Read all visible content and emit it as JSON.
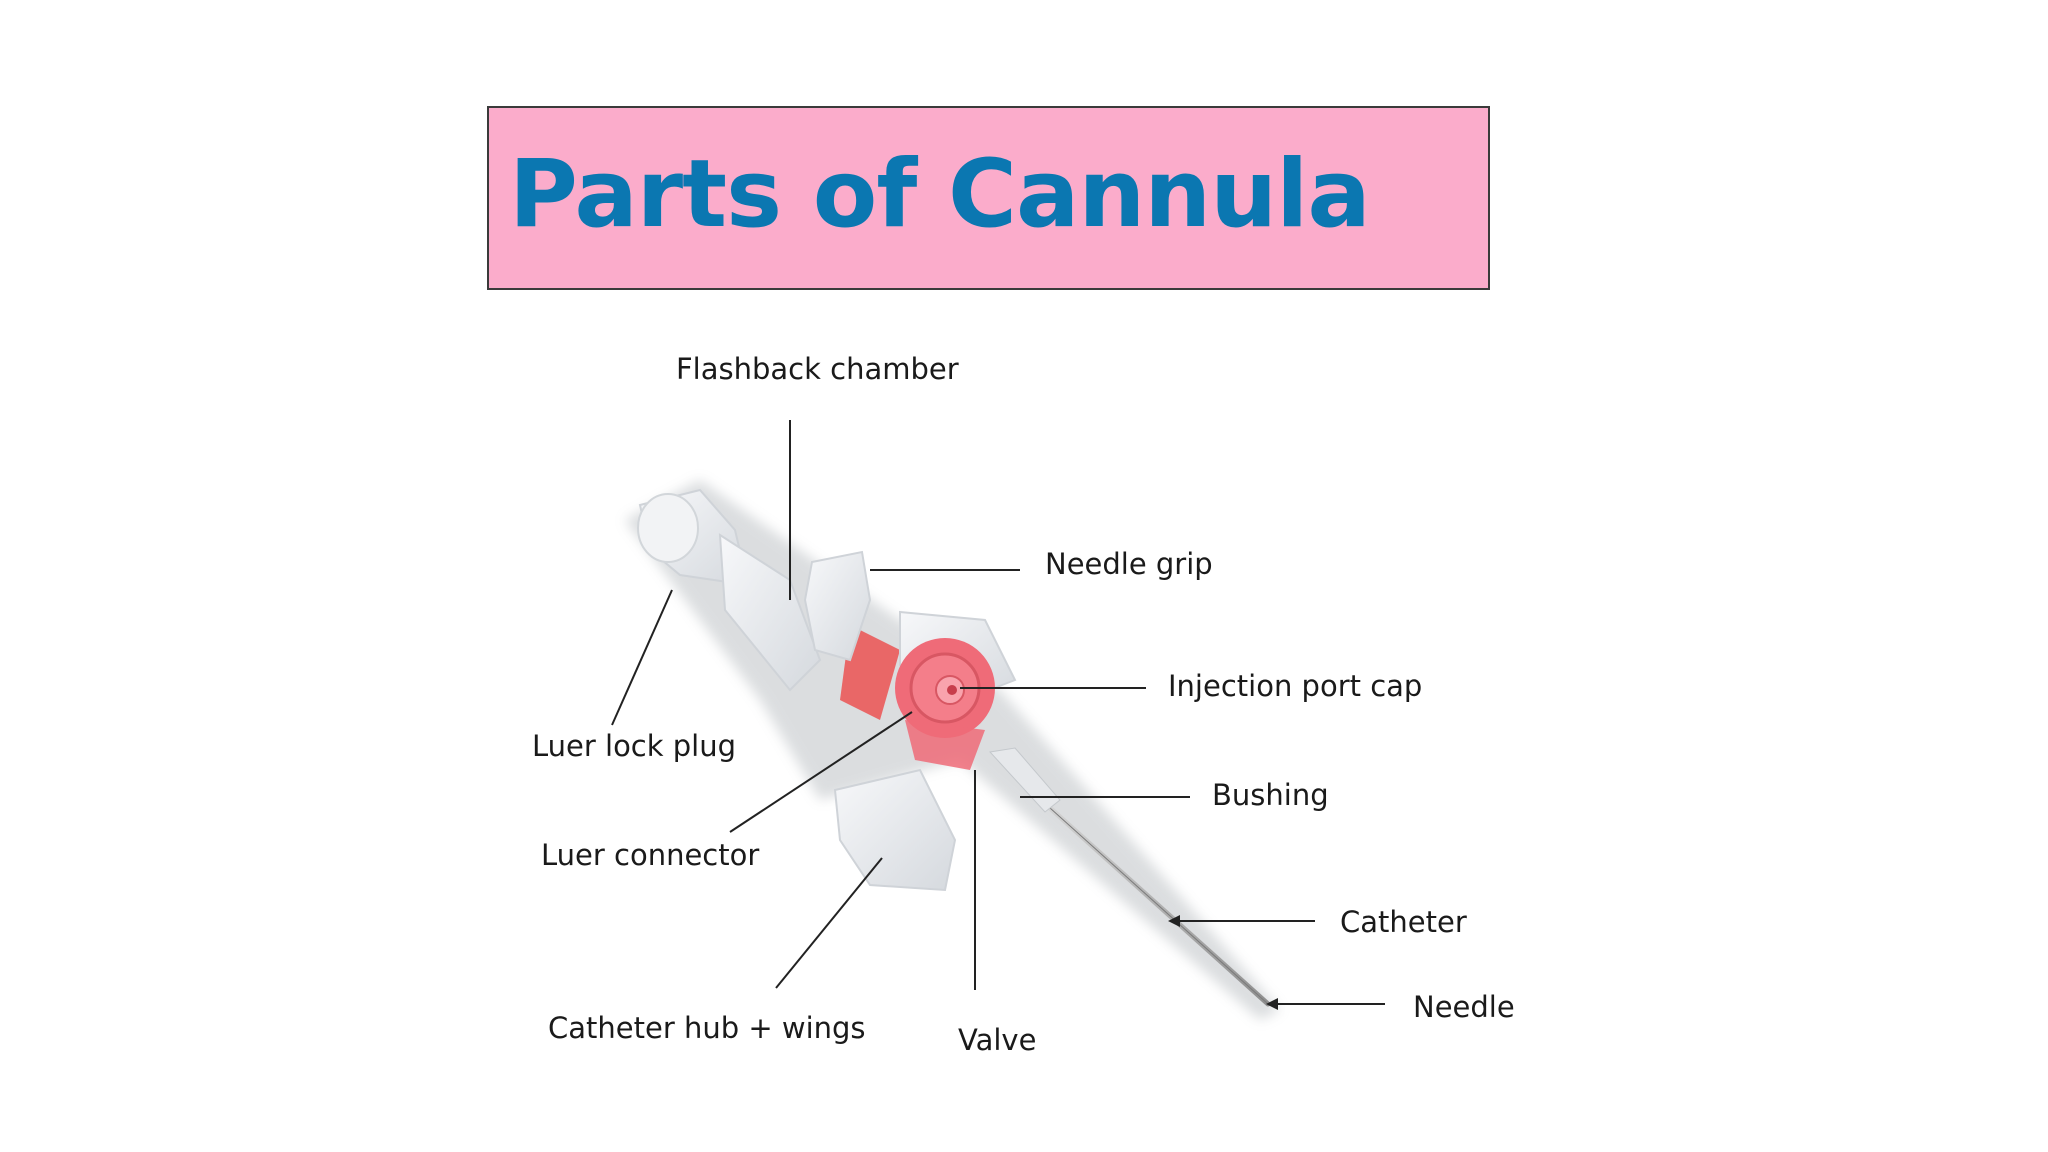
{
  "title": "Parts of Cannula",
  "labels": {
    "flashback_chamber": "Flashback chamber",
    "needle_grip": "Needle grip",
    "injection_port_cap": "Injection port cap",
    "bushing": "Bushing",
    "catheter": "Catheter",
    "needle": "Needle",
    "luer_lock_plug": "Luer lock plug",
    "luer_connector": "Luer connector",
    "catheter_hub_wings": "Catheter hub + wings",
    "valve": "Valve"
  },
  "colors": {
    "banner_background": "#fbaccb",
    "title": "#0b77b1",
    "injection_port": "#ef6b78",
    "flashback": "#ea5a5a",
    "device_body": "#e9ebee"
  }
}
